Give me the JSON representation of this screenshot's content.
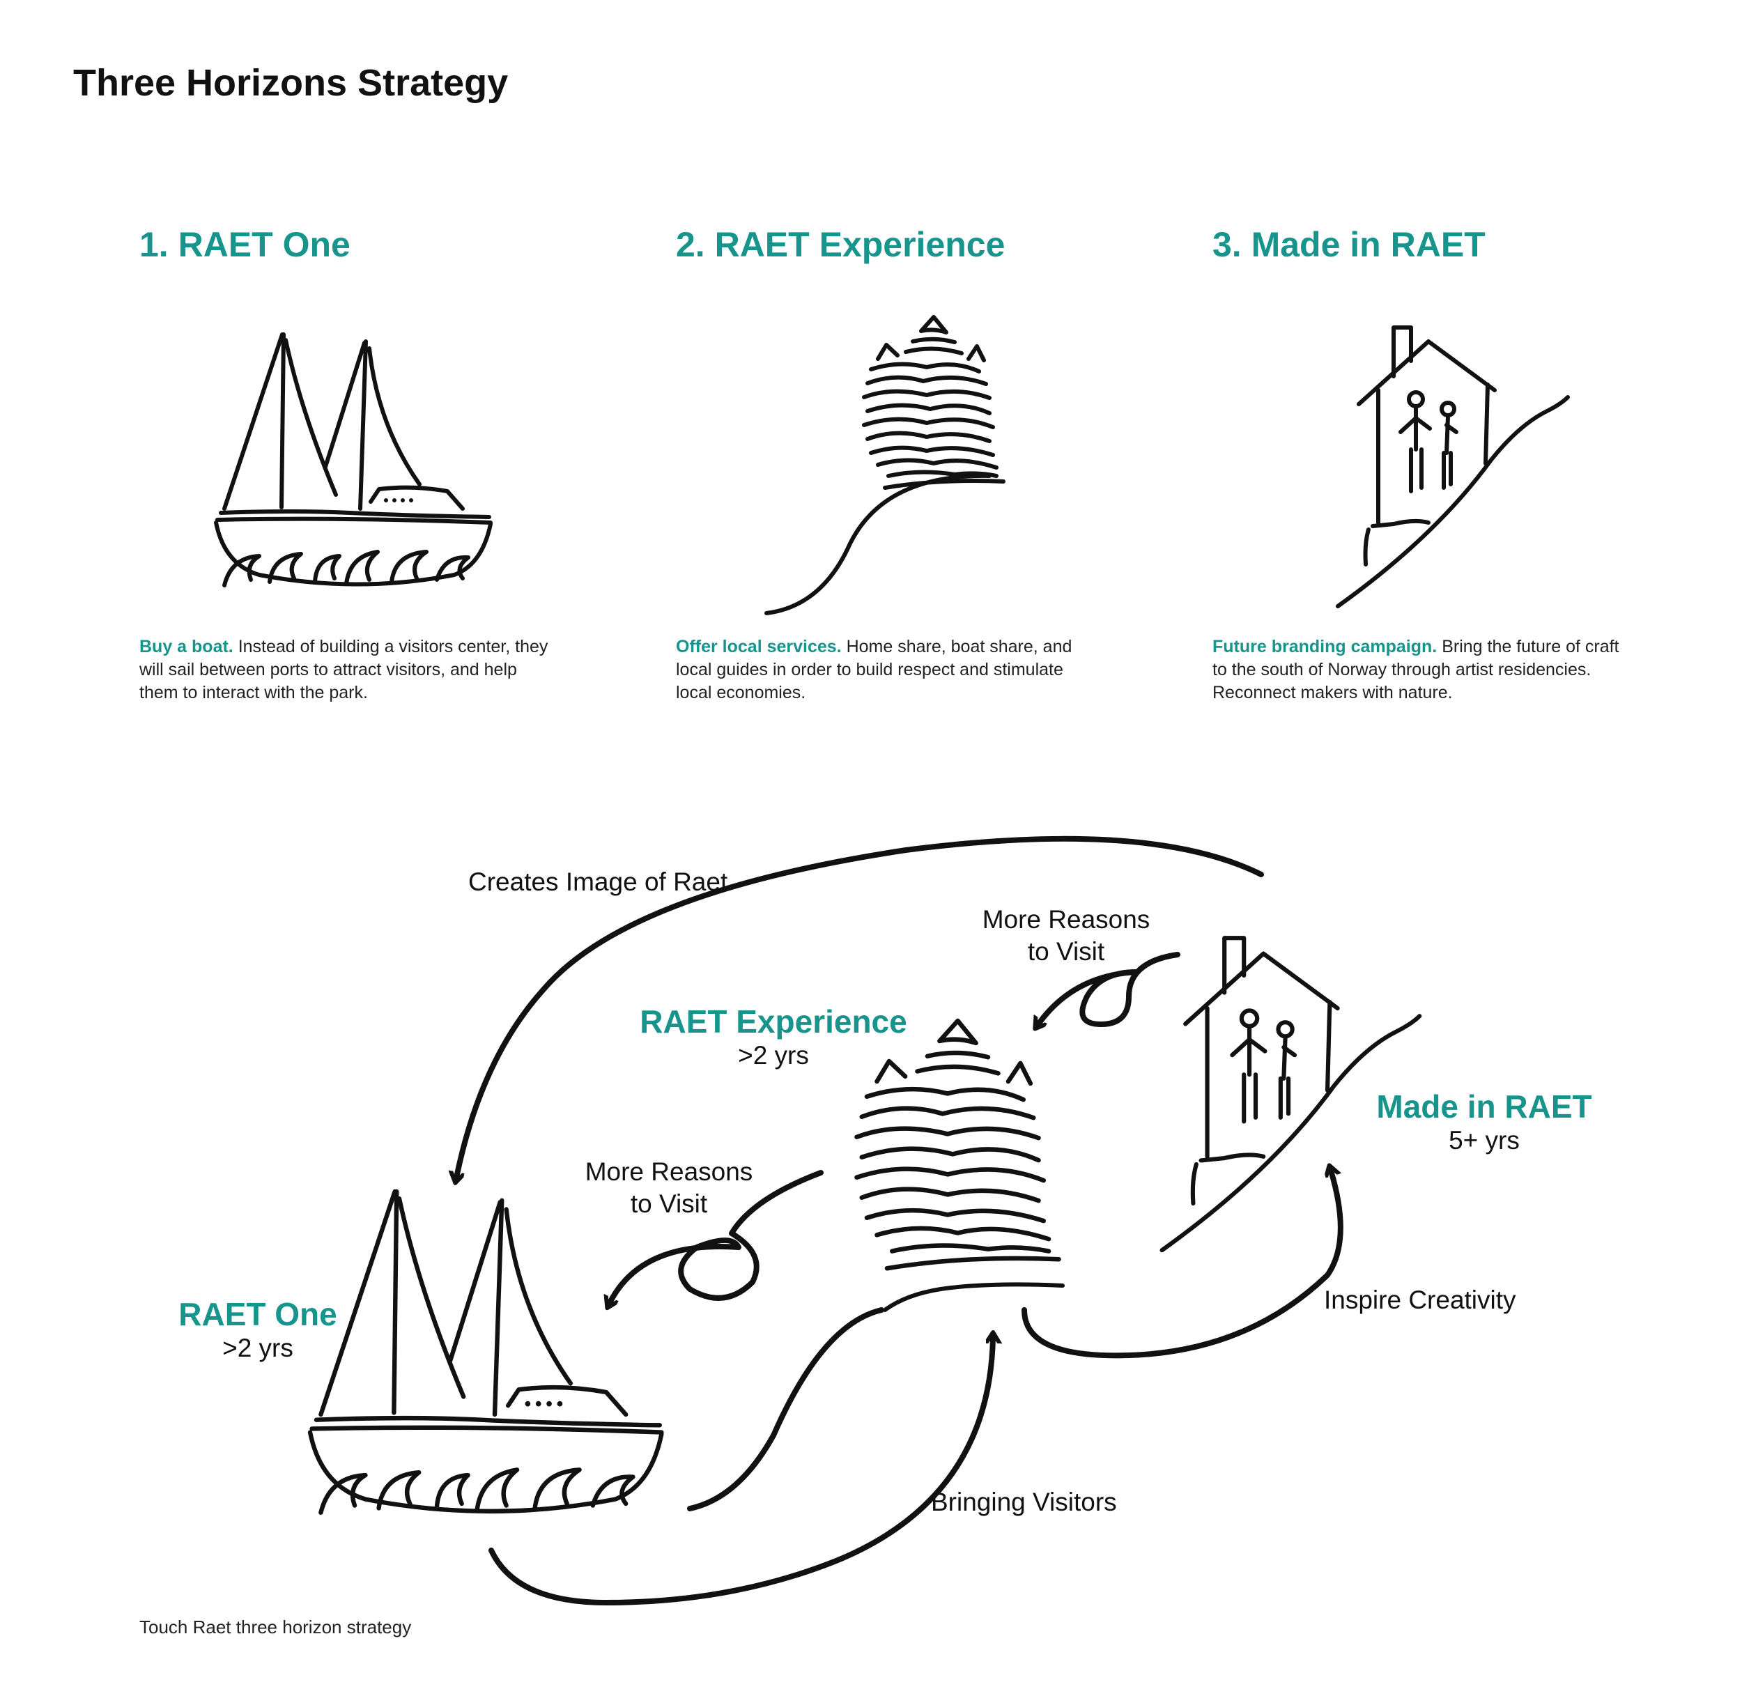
{
  "title": "Three Horizons Strategy",
  "columns": [
    {
      "heading": "1. RAET One",
      "icon": "sailboat-icon",
      "lead": "Buy a boat.",
      "text": " Instead of building a visitors center, they will sail between ports to attract visitors, and help them to interact with the park."
    },
    {
      "heading": "2. RAET Experience",
      "icon": "tree-icon",
      "lead": "Offer local services.",
      "text": " Home share, boat share, and local guides in order to build respect and stimulate local economies."
    },
    {
      "heading": "3. Made in RAET",
      "icon": "house-icon",
      "lead": "Future branding campaign.",
      "text": " Bring the future of craft to the south of Norway through artist residencies. Reconnect makers with nature."
    }
  ],
  "diagram": {
    "nodes": {
      "one": {
        "name": "RAET One",
        "duration": ">2 yrs"
      },
      "experience": {
        "name": "RAET Experience",
        "duration": ">2 yrs"
      },
      "made": {
        "name": "Made in RAET",
        "duration": "5+ yrs"
      }
    },
    "arrows": {
      "creates_image": "Creates Image of Raet",
      "more_reasons_top": [
        "More Reasons",
        "to Visit"
      ],
      "more_reasons_left": [
        "More Reasons",
        "to Visit"
      ],
      "inspire": "Inspire Creativity",
      "bringing": "Bringing Visitors"
    }
  },
  "caption": "Touch Raet three horizon strategy",
  "colors": {
    "accent": "#17948c",
    "ink": "#111111"
  }
}
